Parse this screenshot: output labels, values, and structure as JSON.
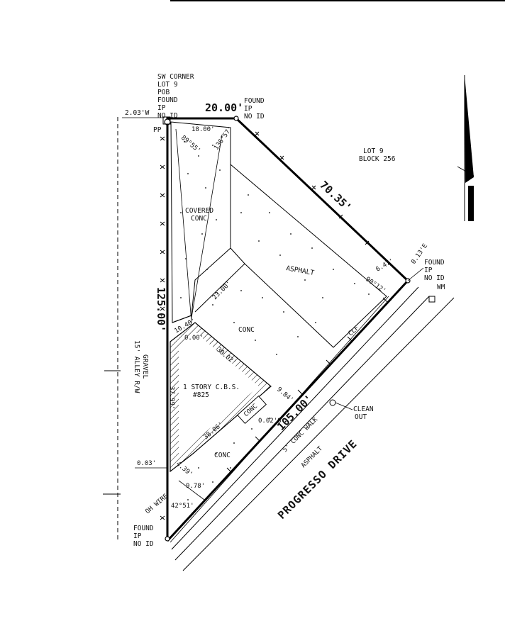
{
  "labels": {
    "sw_corner": [
      "SW CORNER",
      "LOT 9",
      "POB",
      "FOUND",
      "IP",
      "NO ID"
    ],
    "found_top": [
      "FOUND",
      "IP",
      "NO ID"
    ],
    "found_right": [
      "FOUND",
      "IP",
      "NO ID"
    ],
    "found_bottom": [
      "FOUND",
      "IP",
      "NO ID"
    ],
    "lot_block": [
      "LOT 9",
      "BLOCK 256"
    ],
    "clean_out": [
      "CLEAN",
      "OUT"
    ],
    "wm": "WM",
    "pp": "PP",
    "covered_conc": [
      "COVERED",
      "CONC"
    ],
    "asphalt_lot": "ASPHALT",
    "conc_mid": "CONC",
    "conc_small": "CONC",
    "conc_bottom": "CONC",
    "house": [
      "1 STORY C.B.S.",
      "#825"
    ],
    "clf": "CLF",
    "conc_walk": "5' CONC WALK",
    "asphalt_road": "ASPHALT",
    "street_name": "PROGRESSO DRIVE",
    "alley": [
      "15' ALLEY R/W",
      "GRAVEL"
    ],
    "oh_wire": "OH WIRE"
  },
  "dimensions": {
    "top": "20.00'",
    "right_diag": "70.35'",
    "left": "125.00'",
    "front": "105.00'",
    "offset_tl": "2.03'W",
    "offset_tr": "0.13'E",
    "offset_bl": "0.03'",
    "angle_tl": "89°55'",
    "angle_t": "136°57'",
    "angle_r": "90°12'",
    "angle_b": "42°51'",
    "d_18": "18.00'",
    "d_647": "6.47'",
    "d_23": "23.00'",
    "d_1040": "10.40'",
    "d_000": "0.00'",
    "d_3002": "30.02'",
    "d_984": "9.84'",
    "d_002": "0.02'S",
    "d_3799": "37.99'",
    "d_3806": "38.06'",
    "d_439": "4.39'",
    "d_978": "9.78'"
  }
}
